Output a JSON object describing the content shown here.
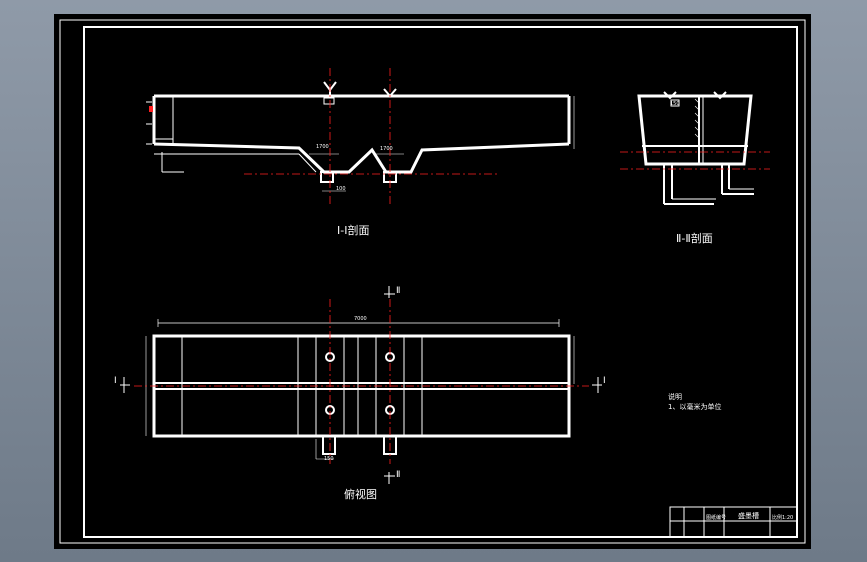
{
  "views": {
    "section_1_1": "Ⅰ-Ⅰ剖面",
    "section_2_2": "Ⅱ-Ⅱ剖面",
    "top_view": "俯视图"
  },
  "section_marks": {
    "mark_1": "Ⅰ",
    "mark_2": "Ⅱ"
  },
  "dims": {
    "section_1700_a": "1700",
    "section_1700_b": "1700",
    "section_100": "100",
    "overall_length": "7000",
    "pipe_150": "150",
    "pipe_150_b": "150"
  },
  "notes": {
    "heading": "说明",
    "item_1": "1、以毫米为单位"
  },
  "title_block": {
    "title": "盛墨槽",
    "scale": "比例1:20",
    "drawing_no": "图纸编号"
  },
  "colors": {
    "background": "#000000",
    "outline": "#ffffff",
    "centerline": "#ff2020",
    "frame_outer": "#7a8592"
  }
}
